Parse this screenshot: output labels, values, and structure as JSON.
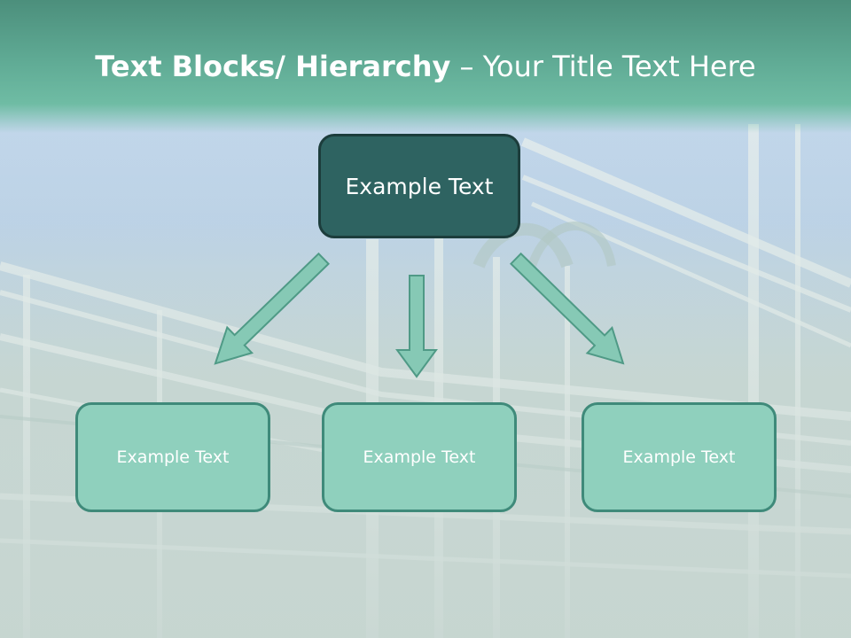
{
  "title": {
    "bold_part": "Text Blocks/ Hierarchy",
    "separator": " – ",
    "regular_part": "Your Title Text Here"
  },
  "top_box": {
    "label": "Example Text"
  },
  "child_boxes": [
    {
      "label": "Example Text"
    },
    {
      "label": "Example Text"
    },
    {
      "label": "Example Text"
    }
  ],
  "colors": {
    "title_band": "#5faa94",
    "top_box_fill": "#2e6361",
    "child_box_fill": "#8fd0bd",
    "arrow_fill": "#86c9b5"
  }
}
